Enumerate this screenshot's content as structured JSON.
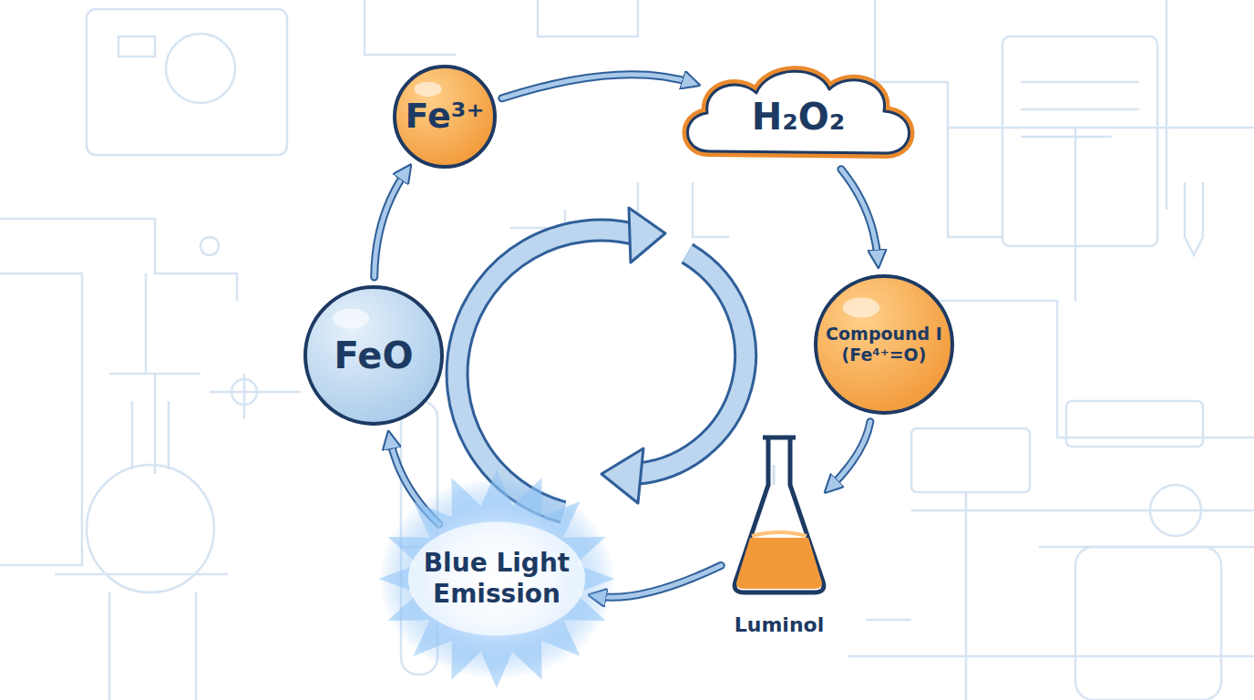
{
  "diagram": {
    "nodes": [
      {
        "text": [
          "Fe³⁺"
        ]
      },
      {
        "text": [
          "H₂O₂"
        ]
      },
      {
        "text": [
          "Compound I (Fe⁴⁺=O)"
        ]
      },
      {
        "text": [
          "Luminol"
        ]
      },
      {
        "text": [
          "Blue Light Emission"
        ]
      },
      {
        "text": [
          "FeO"
        ]
      }
    ],
    "edges": [
      {
        "from": 0,
        "to": 1,
        "arrow": "to"
      },
      {
        "from": 1,
        "to": 2,
        "arrow": "to"
      },
      {
        "from": 2,
        "to": 3,
        "arrow": "to"
      },
      {
        "from": 3,
        "to": 4,
        "arrow": "to"
      },
      {
        "from": 4,
        "to": 5,
        "arrow": "to"
      },
      {
        "from": 5,
        "to": 0,
        "arrow": "to"
      }
    ]
  }
}
